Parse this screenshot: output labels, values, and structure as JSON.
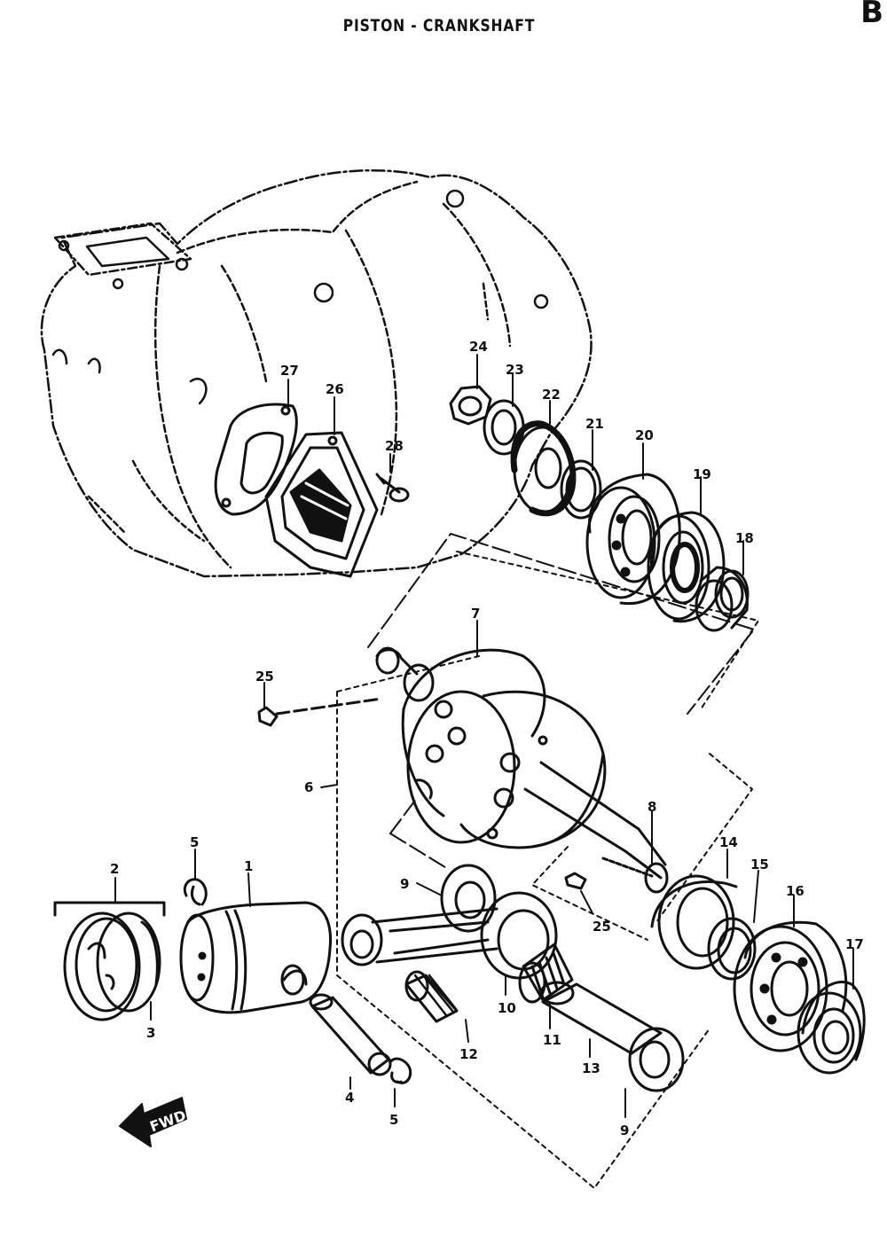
{
  "title": "PISTON - CRANKSHAFT",
  "page_code": "B",
  "fwd_label": "FWD",
  "colors": {
    "ink": "#111111",
    "paper": "#ffffff"
  },
  "callouts": [
    {
      "id": "piston",
      "label": "1"
    },
    {
      "id": "piston-ring-set",
      "label": "2"
    },
    {
      "id": "piston-ring",
      "label": "3"
    },
    {
      "id": "piston-pin",
      "label": "4"
    },
    {
      "id": "circlip-top",
      "label": "5"
    },
    {
      "id": "circlip-bottom",
      "label": "5"
    },
    {
      "id": "crankshaft-assy",
      "label": "6"
    },
    {
      "id": "crankshaft-left",
      "label": "7"
    },
    {
      "id": "crankshaft-right",
      "label": "8"
    },
    {
      "id": "thrust-washer-top",
      "label": "9"
    },
    {
      "id": "thrust-washer-bottom",
      "label": "9"
    },
    {
      "id": "connecting-rod",
      "label": "10"
    },
    {
      "id": "crank-bearing",
      "label": "11"
    },
    {
      "id": "needle-bearing",
      "label": "12"
    },
    {
      "id": "crank-pin",
      "label": "13"
    },
    {
      "id": "oil-seal-right",
      "label": "14"
    },
    {
      "id": "spacer-right",
      "label": "15"
    },
    {
      "id": "bearing-right",
      "label": "16"
    },
    {
      "id": "seal-right",
      "label": "17"
    },
    {
      "id": "spacer-left",
      "label": "18"
    },
    {
      "id": "oil-seal-left",
      "label": "19"
    },
    {
      "id": "bearing-left",
      "label": "20"
    },
    {
      "id": "shim-left",
      "label": "21"
    },
    {
      "id": "primary-gear",
      "label": "22"
    },
    {
      "id": "lock-washer",
      "label": "23"
    },
    {
      "id": "nut",
      "label": "24"
    },
    {
      "id": "key-top",
      "label": "25"
    },
    {
      "id": "key-bottom",
      "label": "25"
    },
    {
      "id": "reed-valve",
      "label": "26"
    },
    {
      "id": "gasket",
      "label": "27"
    },
    {
      "id": "screw",
      "label": "28"
    }
  ]
}
